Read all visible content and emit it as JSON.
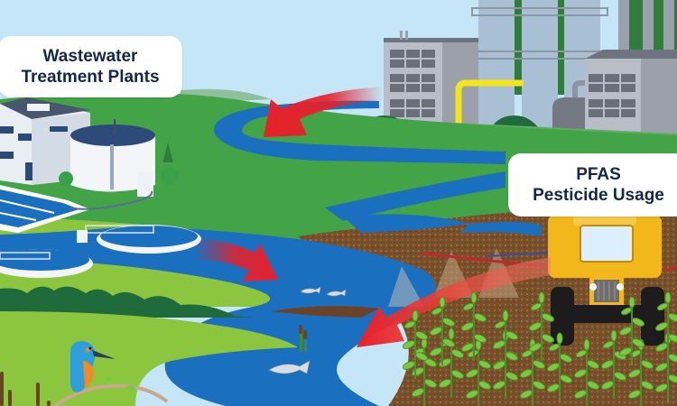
{
  "title": "PFAS contamination pathways into waterways",
  "labels": {
    "wastewater": {
      "line1": "Wastewater",
      "line2": "Treatment Plants"
    },
    "pesticide": {
      "line1": "PFAS",
      "line2": "Pesticide Usage"
    }
  },
  "sources": [
    {
      "name": "Industrial facility",
      "icon": "factory-icon"
    },
    {
      "name": "Wastewater treatment plant",
      "icon": "treatment-plant-icon"
    },
    {
      "name": "Agricultural sprayer",
      "icon": "tractor-sprayer-icon"
    }
  ],
  "flows": [
    {
      "from": "Industrial facility",
      "to": "river",
      "icon": "red-arrow-icon"
    },
    {
      "from": "Wastewater treatment plant",
      "to": "river",
      "icon": "red-arrow-icon"
    },
    {
      "from": "Agricultural sprayer",
      "to": "river",
      "icon": "red-arrow-icon"
    }
  ],
  "wildlife": [
    "kingfisher",
    "fish"
  ],
  "colors": {
    "sky": "#c5e6f7",
    "river": "#1a6fbf",
    "grass_dark": "#43a347",
    "grass_light": "#8cc63f",
    "soil": "#6b4226",
    "arrow": "#e8202a",
    "label_text": "#14264a",
    "tractor": "#f2b81b",
    "building": "#b9bdc8"
  }
}
